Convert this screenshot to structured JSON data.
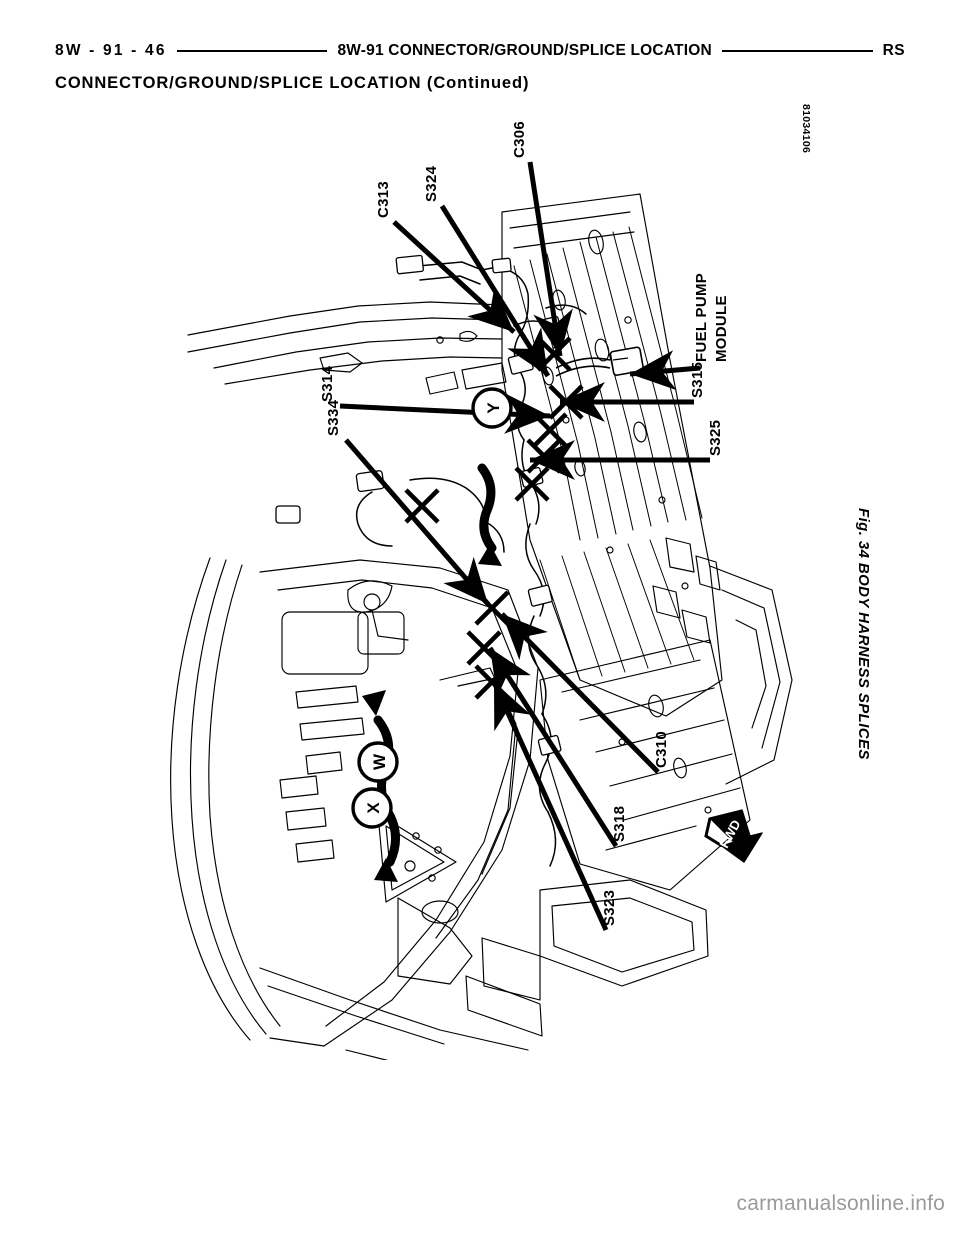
{
  "header": {
    "page_number": "8W - 91 - 46",
    "title": "8W-91  CONNECTOR/GROUND/SPLICE  LOCATION",
    "manual_code": "RS"
  },
  "section_heading": "CONNECTOR/GROUND/SPLICE  LOCATION  (Continued)",
  "figure": {
    "id_code": "81034106",
    "caption": "Fig. 34 BODY HARNESS SPLICES",
    "direction_marker": "FWD"
  },
  "callouts": [
    {
      "id": "c313",
      "label": "C313"
    },
    {
      "id": "s324",
      "label": "S324"
    },
    {
      "id": "c306",
      "label": "C306"
    },
    {
      "id": "fuel",
      "label_line1": "FUEL PUMP",
      "label_line2": "MODULE"
    },
    {
      "id": "s315",
      "label": "S315"
    },
    {
      "id": "s325",
      "label": "S325"
    },
    {
      "id": "s314",
      "label": "S314"
    },
    {
      "id": "s334",
      "label": "S334"
    },
    {
      "id": "c310",
      "label": "C310"
    },
    {
      "id": "s318",
      "label": "S318"
    },
    {
      "id": "s323",
      "label": "S323"
    }
  ],
  "route_markers": [
    {
      "id": "w",
      "label": "W"
    },
    {
      "id": "x",
      "label": "X"
    },
    {
      "id": "y",
      "label": "Y"
    }
  ],
  "watermark": "carmanualsonline.info",
  "colors": {
    "ink": "#000000",
    "paper": "#ffffff",
    "watermark": "#9a9a9a"
  }
}
